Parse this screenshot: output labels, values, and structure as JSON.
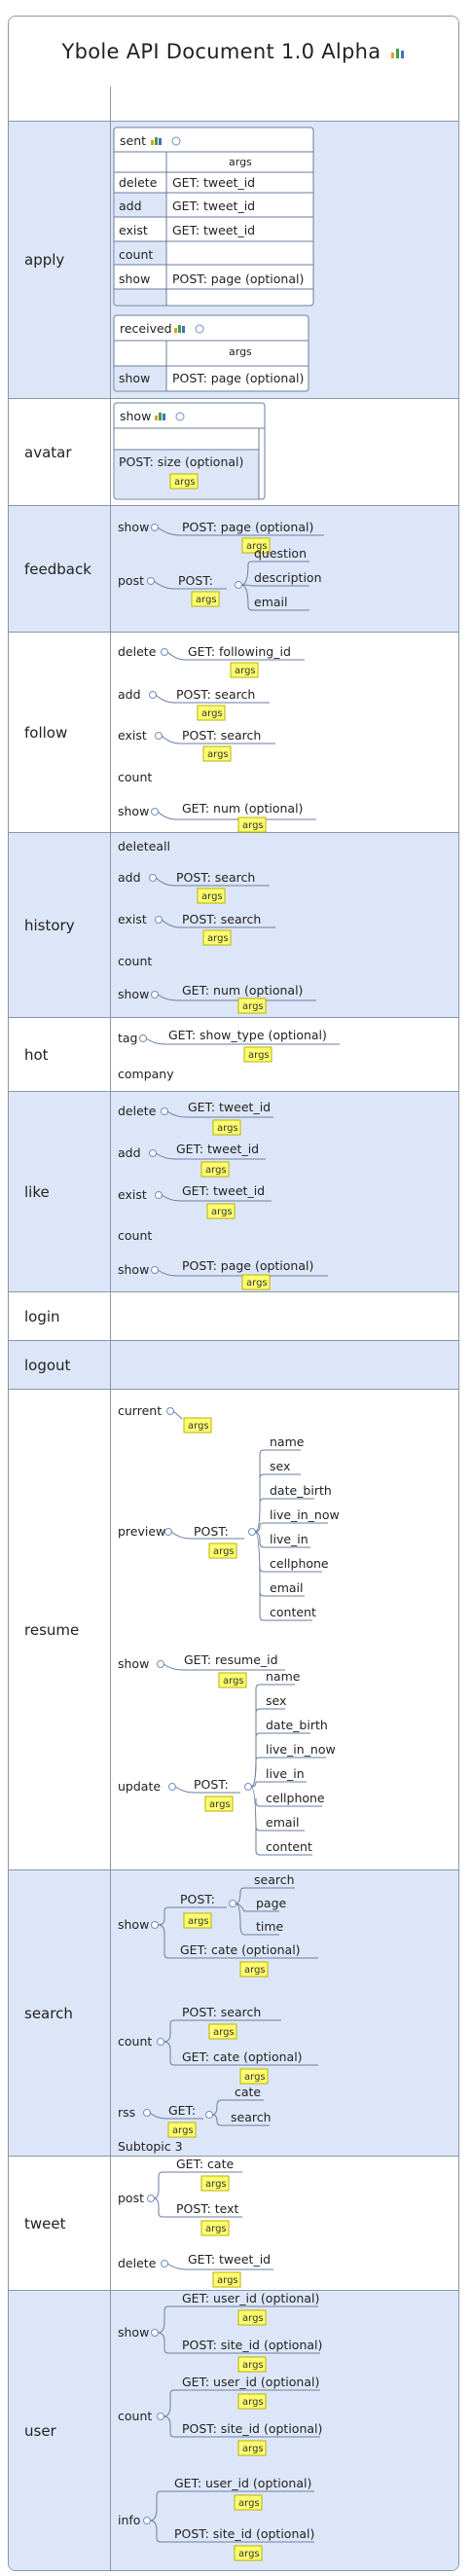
{
  "title": "Ybole API Document 1.0 Alpha",
  "args_label": "args",
  "rows": {
    "blank": "",
    "apply": {
      "label": "apply",
      "sent": {
        "name": "sent",
        "header": "args",
        "items": [
          {
            "key": "delete",
            "val": "GET: tweet_id"
          },
          {
            "key": "add",
            "val": "GET: tweet_id"
          },
          {
            "key": "exist",
            "val": "GET: tweet_id"
          },
          {
            "key": "count",
            "val": ""
          },
          {
            "key": "show",
            "val": "POST: page (optional)"
          }
        ]
      },
      "received": {
        "name": "received",
        "header": "args",
        "items": [
          {
            "key": "show",
            "val": "POST: page (optional)"
          }
        ]
      }
    },
    "avatar": {
      "label": "avatar",
      "show": {
        "name": "show",
        "val": "POST: size (optional)"
      }
    },
    "feedback": {
      "label": "feedback",
      "show": {
        "key": "show",
        "val": "POST: page (optional)"
      },
      "post": {
        "key": "post",
        "method": "POST:",
        "fields": [
          "question",
          "description",
          "email"
        ]
      }
    },
    "follow": {
      "label": "follow",
      "items": [
        {
          "key": "delete",
          "val": "GET: following_id"
        },
        {
          "key": "add",
          "val": "POST: search"
        },
        {
          "key": "exist",
          "val": "POST: search"
        },
        {
          "key": "count",
          "val": ""
        },
        {
          "key": "show",
          "val": "GET: num (optional)"
        }
      ]
    },
    "history": {
      "label": "history",
      "items": [
        {
          "key": "deleteall",
          "val": ""
        },
        {
          "key": "add",
          "val": "POST: search"
        },
        {
          "key": "exist",
          "val": "POST: search"
        },
        {
          "key": "count",
          "val": ""
        },
        {
          "key": "show",
          "val": "GET: num (optional)"
        }
      ]
    },
    "hot": {
      "label": "hot",
      "items": [
        {
          "key": "tag",
          "val": "GET: show_type (optional)"
        },
        {
          "key": "company",
          "val": ""
        }
      ]
    },
    "like": {
      "label": "like",
      "items": [
        {
          "key": "delete",
          "val": "GET: tweet_id"
        },
        {
          "key": "add",
          "val": "GET: tweet_id"
        },
        {
          "key": "exist",
          "val": "GET: tweet_id"
        },
        {
          "key": "count",
          "val": ""
        },
        {
          "key": "show",
          "val": "POST: page (optional)"
        }
      ]
    },
    "login": {
      "label": "login"
    },
    "logout": {
      "label": "logout"
    },
    "resume": {
      "label": "resume",
      "current": {
        "key": "current"
      },
      "preview": {
        "key": "preview",
        "method": "POST:",
        "fields": [
          "name",
          "sex",
          "date_birth",
          "live_in_now",
          "live_in",
          "cellphone",
          "email",
          "content"
        ]
      },
      "show": {
        "key": "show",
        "val": "GET: resume_id"
      },
      "update": {
        "key": "update",
        "method": "POST:",
        "fields": [
          "name",
          "sex",
          "date_birth",
          "live_in_now",
          "live_in",
          "cellphone",
          "email",
          "content"
        ]
      }
    },
    "search": {
      "label": "search",
      "show": {
        "key": "show",
        "post": "POST:",
        "post_fields": [
          "search",
          "page",
          "time"
        ],
        "get": "GET: cate (optional)"
      },
      "count": {
        "key": "count",
        "post": "POST: search",
        "get": "GET: cate (optional)"
      },
      "rss": {
        "key": "rss",
        "get": "GET:",
        "fields": [
          "cate",
          "search"
        ]
      },
      "subtopic": "Subtopic 3"
    },
    "tweet": {
      "label": "tweet",
      "post": {
        "key": "post",
        "get": "GET: cate",
        "post": "POST: text"
      },
      "delete": {
        "key": "delete",
        "val": "GET: tweet_id"
      }
    },
    "user": {
      "label": "user",
      "show": {
        "key": "show",
        "get": "GET: user_id (optional)",
        "post": "POST: site_id (optional)"
      },
      "count": {
        "key": "count",
        "get": "GET: user_id (optional)",
        "post": "POST: site_id (optional)"
      },
      "info": {
        "key": "info",
        "get": "GET: user_id (optional)",
        "post": "POST: site_id (optional)"
      }
    }
  }
}
